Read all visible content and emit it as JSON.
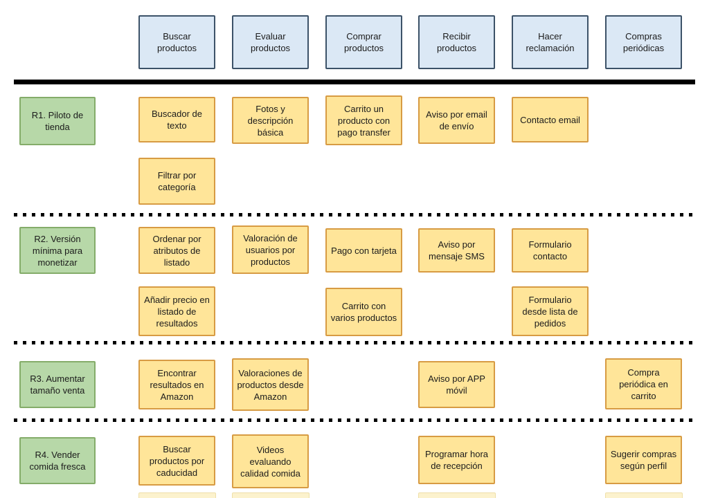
{
  "diagram": {
    "type": "user-story-map",
    "language": "es"
  },
  "palette": {
    "activity_fill": "#dbe8f5",
    "activity_border": "#3c5268",
    "release_fill": "#b7d8a8",
    "release_border": "#84ac69",
    "story_fill": "#ffe599",
    "story_border": "#d79b43",
    "line_color": "#000000",
    "background": "#ffffff"
  },
  "activities": [
    {
      "id": "buscar",
      "label": "Buscar productos"
    },
    {
      "id": "evaluar",
      "label": "Evaluar productos"
    },
    {
      "id": "comprar",
      "label": "Comprar productos"
    },
    {
      "id": "recibir",
      "label": "Recibir productos"
    },
    {
      "id": "reclamacion",
      "label": "Hacer reclamación"
    },
    {
      "id": "periodicas",
      "label": "Compras periódicas"
    }
  ],
  "releases": [
    {
      "id": "r1",
      "label": "R1. Piloto de tienda"
    },
    {
      "id": "r2",
      "label": "R2. Versión mínima para monetizar"
    },
    {
      "id": "r3",
      "label": "R3. Aumentar tamaño venta"
    },
    {
      "id": "r4",
      "label": "R4. Vender comida fresca"
    }
  ],
  "stories": [
    {
      "release": "r1",
      "activity": "buscar",
      "text": "Buscador de texto"
    },
    {
      "release": "r1",
      "activity": "evaluar",
      "text": "Fotos y descripción básica"
    },
    {
      "release": "r1",
      "activity": "comprar",
      "text": "Carrito un producto con pago transfer"
    },
    {
      "release": "r1",
      "activity": "recibir",
      "text": "Aviso por email de envío"
    },
    {
      "release": "r1",
      "activity": "reclamacion",
      "text": "Contacto email"
    },
    {
      "release": "r1",
      "activity": "buscar",
      "text": "Filtrar por categoría"
    },
    {
      "release": "r2",
      "activity": "buscar",
      "text": "Ordenar por atributos de listado"
    },
    {
      "release": "r2",
      "activity": "evaluar",
      "text": "Valoración de usuarios por productos"
    },
    {
      "release": "r2",
      "activity": "comprar",
      "text": "Pago con tarjeta"
    },
    {
      "release": "r2",
      "activity": "recibir",
      "text": "Aviso por mensaje SMS"
    },
    {
      "release": "r2",
      "activity": "reclamacion",
      "text": "Formulario contacto"
    },
    {
      "release": "r2",
      "activity": "buscar",
      "text": "Añadir precio en listado de resultados"
    },
    {
      "release": "r2",
      "activity": "comprar",
      "text": "Carrito con varios productos"
    },
    {
      "release": "r2",
      "activity": "reclamacion",
      "text": "Formulario desde lista de pedidos"
    },
    {
      "release": "r3",
      "activity": "buscar",
      "text": "Encontrar resultados en Amazon"
    },
    {
      "release": "r3",
      "activity": "evaluar",
      "text": "Valoraciones de productos desde Amazon"
    },
    {
      "release": "r3",
      "activity": "recibir",
      "text": "Aviso por APP móvil"
    },
    {
      "release": "r3",
      "activity": "periodicas",
      "text": "Compra periódica en carrito"
    },
    {
      "release": "r4",
      "activity": "buscar",
      "text": "Buscar productos por caducidad"
    },
    {
      "release": "r4",
      "activity": "evaluar",
      "text": "Videos evaluando calidad comida"
    },
    {
      "release": "r4",
      "activity": "recibir",
      "text": "Programar hora de recepción"
    },
    {
      "release": "r4",
      "activity": "periodicas",
      "text": "Sugerir compras según perfil"
    }
  ]
}
